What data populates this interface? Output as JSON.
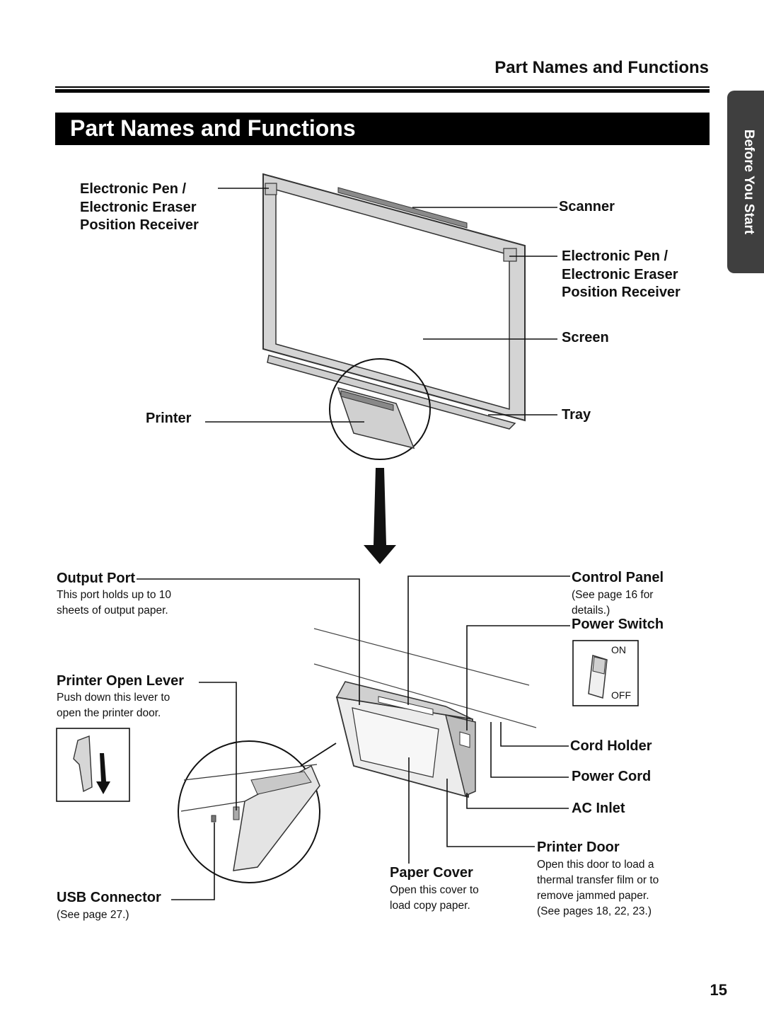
{
  "header": {
    "running_title": "Part Names and Functions",
    "section_title": "Part Names and Functions",
    "side_tab": "Before You Start",
    "page_number": "15"
  },
  "board_labels": {
    "pen_receiver_left": [
      "Electronic Pen /",
      "Electronic Eraser",
      "Position Receiver"
    ],
    "scanner": "Scanner",
    "pen_receiver_right": [
      "Electronic Pen /",
      "Electronic Eraser",
      "Position Receiver"
    ],
    "screen": "Screen",
    "printer": "Printer",
    "tray": "Tray"
  },
  "printer_labels": {
    "output_port": {
      "title": "Output Port",
      "desc": [
        "This port holds up to 10",
        "sheets of output paper."
      ]
    },
    "control_panel": {
      "title": "Control Panel",
      "desc": [
        "(See page 16 for",
        "details.)"
      ]
    },
    "power_switch": {
      "title": "Power Switch",
      "on": "ON",
      "off": "OFF"
    },
    "printer_open_lever": {
      "title": "Printer Open Lever",
      "desc": [
        "Push down this lever to",
        "open the printer door."
      ]
    },
    "cord_holder": {
      "title": "Cord Holder"
    },
    "power_cord": {
      "title": "Power Cord"
    },
    "ac_inlet": {
      "title": "AC Inlet"
    },
    "printer_door": {
      "title": "Printer Door",
      "desc": [
        "Open this door to load a",
        "thermal transfer film or to",
        "remove jammed paper.",
        "(See pages 18, 22, 23.)"
      ]
    },
    "paper_cover": {
      "title": "Paper Cover",
      "desc": [
        "Open this cover to",
        "load copy paper."
      ]
    },
    "usb_connector": {
      "title": "USB Connector",
      "desc": [
        "(See page 27.)"
      ]
    }
  }
}
